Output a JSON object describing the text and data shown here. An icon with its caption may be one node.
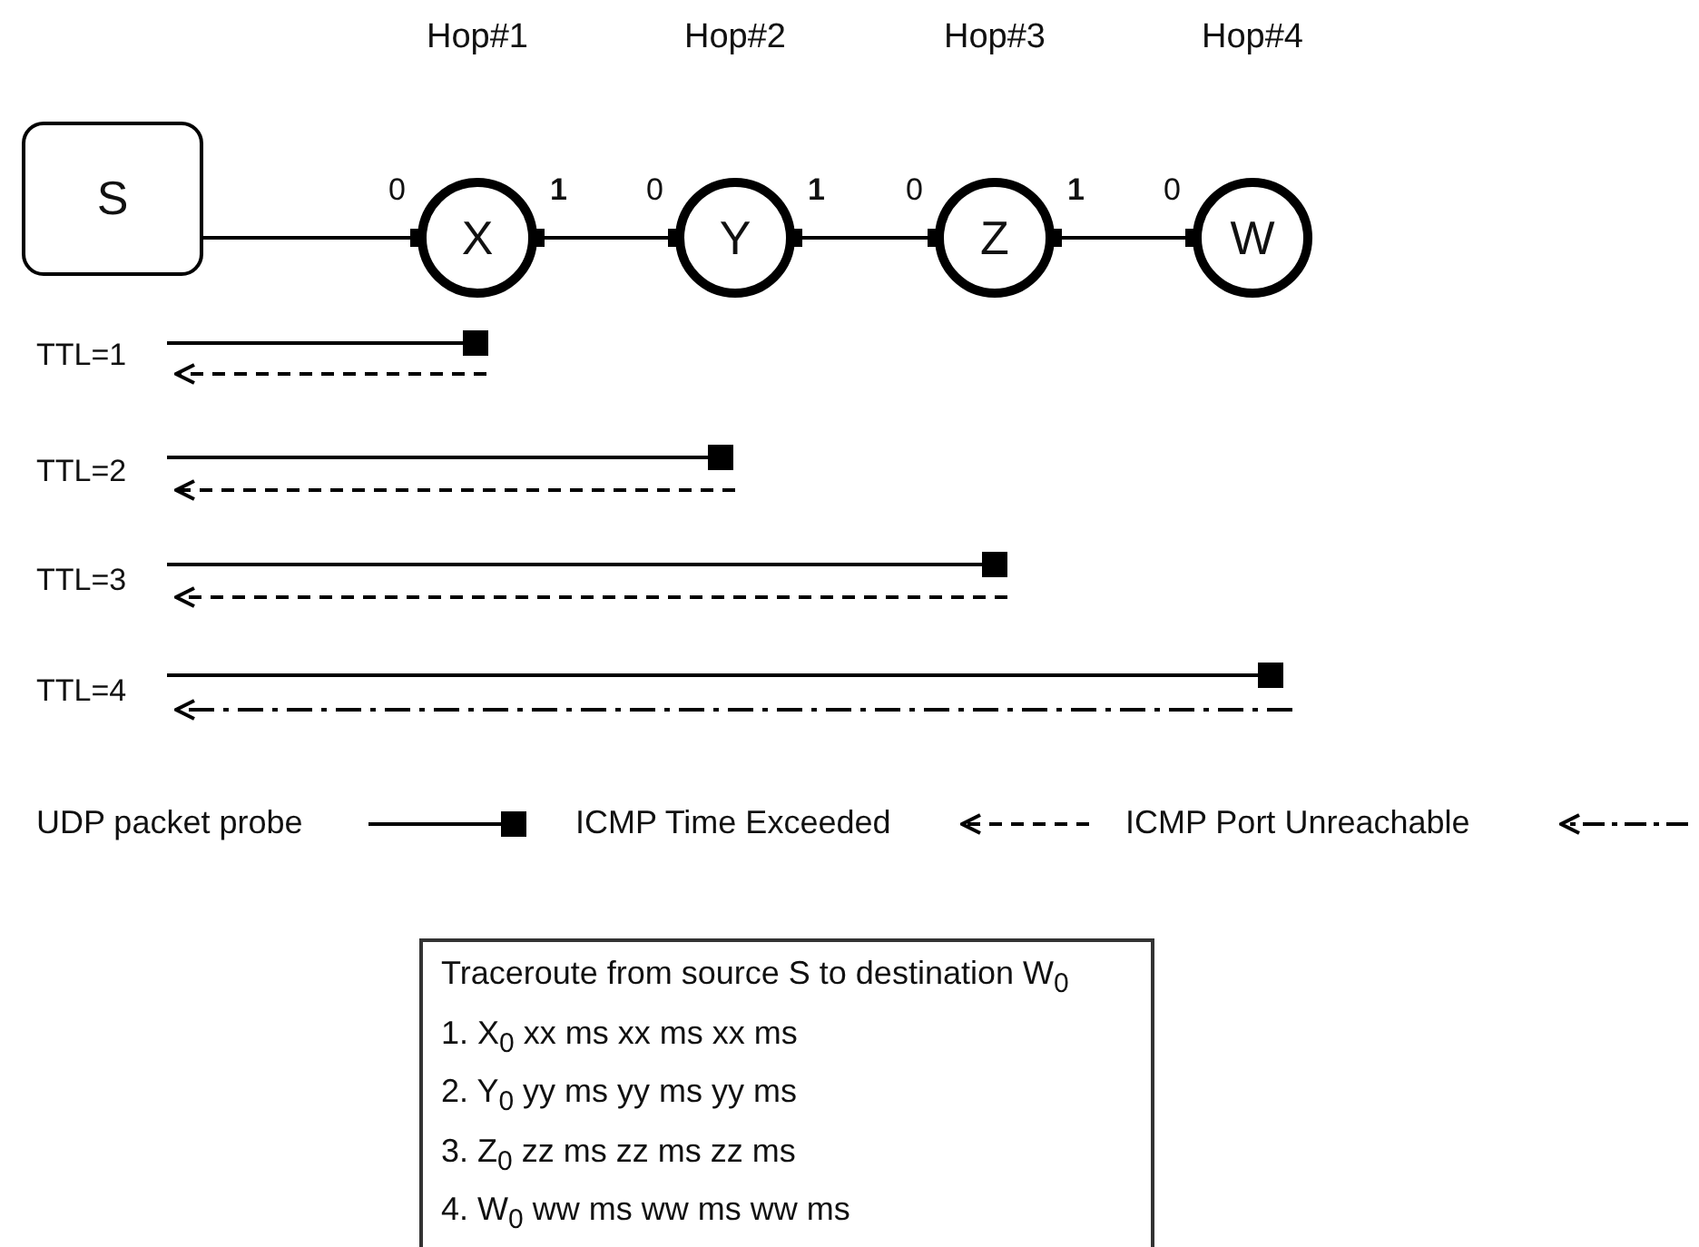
{
  "diagram": {
    "nodes": [
      {
        "text": [
          "S"
        ]
      },
      {
        "text": [
          "X"
        ],
        "beside": [
          "Hop#1",
          "0",
          "1"
        ]
      },
      {
        "text": [
          "Y"
        ],
        "beside": [
          "Hop#2",
          "0",
          "1"
        ]
      },
      {
        "text": [
          "Z"
        ],
        "beside": [
          "Hop#3",
          "0",
          "1"
        ]
      },
      {
        "text": [
          "W"
        ],
        "beside": [
          "Hop#4",
          "0"
        ]
      },
      {
        "text": [
          "Traceroute from source S to destination W$_{0}$",
          "1. X$_{0}$ xx ms xx ms xx ms",
          "2. Y$_{0}$ yy ms yy ms yy ms",
          "3. Z$_{0}$ zz ms zz ms zz ms",
          "4. W$_{0}$ ww ms ww ms ww ms"
        ]
      }
    ],
    "edges": [
      {
        "from": 0,
        "to": 1,
        "arrow": "other"
      },
      {
        "from": 1,
        "to": 2,
        "arrow": "other"
      },
      {
        "from": 2,
        "to": 3,
        "arrow": "other"
      },
      {
        "from": 3,
        "to": 4,
        "arrow": "other"
      }
    ],
    "labels": [
      "TTL=1",
      "TTL=2",
      "TTL=3",
      "TTL=4"
    ],
    "legend": [
      {
        "text": "UDP packet probe"
      },
      {
        "text": "ICMP Time Exceeded"
      },
      {
        "text": "ICMP Port Unreachable"
      }
    ]
  }
}
